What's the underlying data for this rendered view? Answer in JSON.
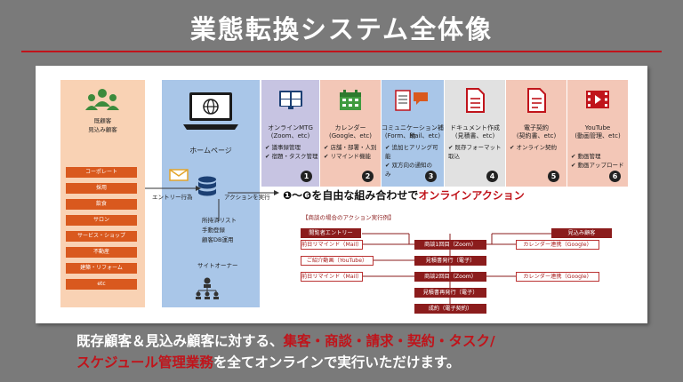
{
  "title": "業態転換システム全体像",
  "left_panel": {
    "label_line1": "既顧客",
    "label_line2": "見込み顧客",
    "categories": [
      "コーポレート",
      "採用",
      "飲食",
      "サロン",
      "サービス・ショップ",
      "不動産",
      "建築・リフォーム",
      "etc"
    ],
    "entry_label": "エントリー行為"
  },
  "homepage": {
    "label": "ホームページ",
    "action_label": "アクションを実行",
    "db_items": [
      "所持済リスト",
      "手動登録",
      "顧客DB運用"
    ],
    "owner_label": "サイトオーナー"
  },
  "columns": [
    {
      "num": "1",
      "title_l1": "オンラインMTG",
      "title_l2": "(Zoom、etc)",
      "items": [
        "✔ 議事録管理",
        "✔ 宿題・タスク管理"
      ]
    },
    {
      "num": "2",
      "title_l1": "カレンダー",
      "title_l2": "(Google、etc)",
      "items": [
        "✔ 店舗・部署・人別",
        "✔ リマインド機能"
      ]
    },
    {
      "num": "3",
      "title_l1": "コミュニケーション補助",
      "title_l2": "(Form、Mail、etc)",
      "items": [
        "✔ 追加ヒアリング可",
        "能",
        "✔ 双方向の通知の",
        "み"
      ]
    },
    {
      "num": "4",
      "title_l1": "ドキュメント作成",
      "title_l2": "(見積書、etc)",
      "items": [
        "✔ 既存フォーマット",
        "取込"
      ]
    },
    {
      "num": "5",
      "title_l1": "電子契約",
      "title_l2": "(契約書、etc)",
      "items": [
        "✔ オンライン契約"
      ]
    },
    {
      "num": "6",
      "title_l1": "YouTube",
      "title_l2": "(動画管理、etc)",
      "items": [
        "✔ 動画管理",
        "✔ 動画アップロード"
      ]
    }
  ],
  "tagline": {
    "prefix": "❶～❻を自由な組み合わせで",
    "highlight": "オンラインアクション"
  },
  "example": {
    "title": "【商談の場合のアクション実行例】",
    "visitor": "閲覧者エントリー",
    "prospect": "見込み顧客",
    "left": [
      "前日リマインド（Mail）",
      "ご紹介動画（YouTube）",
      "前日リマインド（Mail）"
    ],
    "center": [
      "商談1回目（Zoom）",
      "見積書発行（電子）",
      "商談2回目（Zoom）",
      "見積書再発行（電子）",
      "成約（電子契約）"
    ],
    "right": [
      "カレンダー連携（Google）",
      "カレンダー連携（Google）"
    ]
  },
  "bottom": {
    "line1_prefix": "既存顧客＆見込み顧客に対する、",
    "line1_highlight": "集客・商談・請求・契約・タスク/",
    "line2_highlight": "スケジュール管理業務",
    "line2_suffix": "を全てオンラインで実行いただけます。"
  },
  "colors": {
    "accent_red": "#c0141b",
    "orange_panel": "#f9d2b4",
    "blue_panel": "#a9c6e8"
  }
}
